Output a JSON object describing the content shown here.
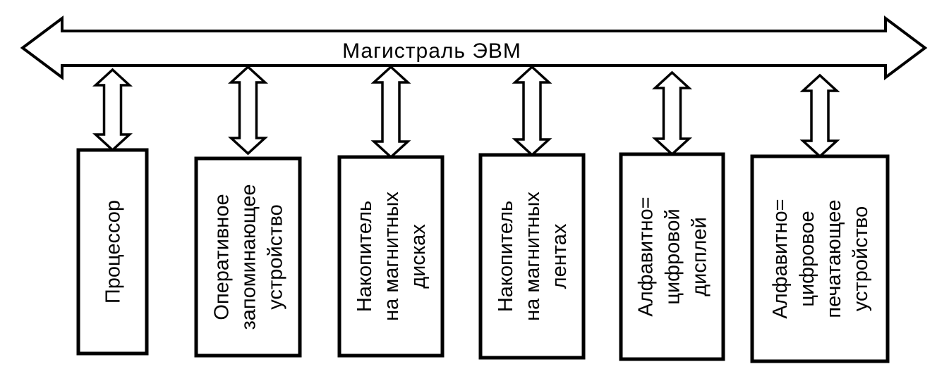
{
  "bus": {
    "label": "Магистраль ЭВМ"
  },
  "devices": [
    {
      "lines": [
        "Процессор"
      ]
    },
    {
      "lines": [
        "Оперативное",
        "запоминающее",
        "устройство"
      ]
    },
    {
      "lines": [
        "Накопитель",
        "на магнитных",
        "дисках"
      ]
    },
    {
      "lines": [
        "Накопитель",
        "на  магнитных",
        "лентах"
      ]
    },
    {
      "lines": [
        "Алфавитно=",
        "цифровой",
        "дисплей"
      ]
    },
    {
      "lines": [
        "Алфавитно=",
        "цифровое",
        "печатающее",
        "устройство"
      ]
    }
  ],
  "caption": "",
  "colors": {
    "ink": "#000000",
    "paper": "#ffffff"
  }
}
